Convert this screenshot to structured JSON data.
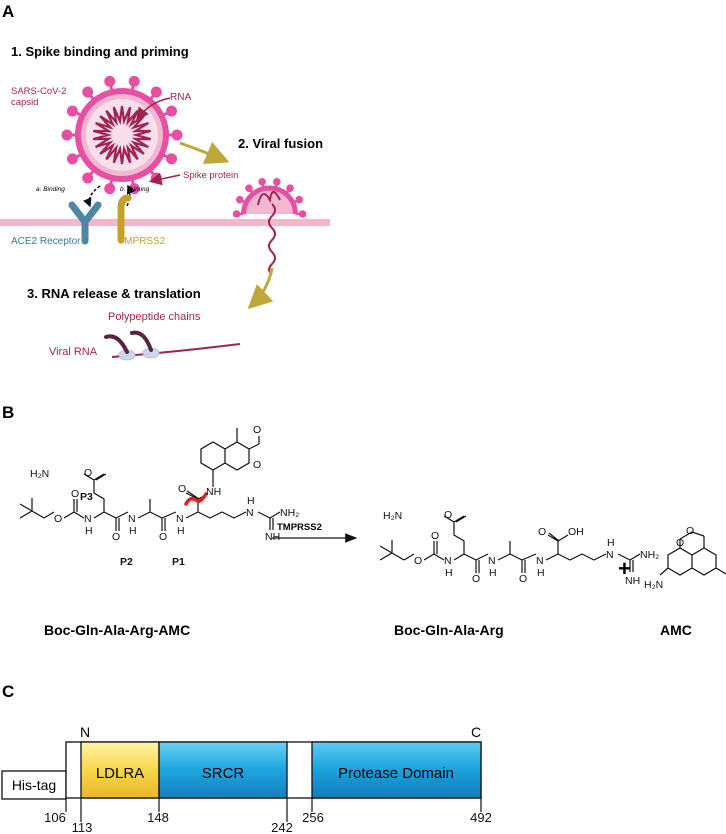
{
  "panel_a": {
    "letter": "A",
    "step1": "1. Spike binding and priming",
    "step2": "2. Viral fusion",
    "step3": "3. RNA release & translation",
    "capsid_label_1": "SARS-CoV-2",
    "capsid_label_2": "capsid",
    "rna_label": "RNA",
    "spike_label": "Spike protein",
    "binding_label": "a. Binding",
    "priming_label": "b. Priming",
    "ace2_label": "ACE2 Receptor",
    "tmprss2_label": "TMPRSS2",
    "polypeptide_label": "Polypeptide chains",
    "viral_rna_label": "Viral RNA"
  },
  "panel_b": {
    "letter": "B",
    "substrate_name": "Boc-Gln-Ala-Arg-AMC",
    "product1_name": "Boc-Gln-Ala-Arg",
    "product2_name": "AMC",
    "enzyme_label": "TMPRSS2",
    "plus": "+",
    "p1": "P1",
    "p2": "P2",
    "p3": "P3",
    "atoms": {
      "h2n": "H₂N",
      "o": "O",
      "n": "N",
      "h": "H",
      "nh": "NH",
      "nh2": "NH₂",
      "oh": "OH"
    }
  },
  "panel_c": {
    "letter": "C",
    "n_term": "N",
    "c_term": "C",
    "domains": [
      {
        "label": "His-tag"
      },
      {
        "label": "LDLRA"
      },
      {
        "label": "SRCR"
      },
      {
        "label": "Protease Domain"
      }
    ],
    "ticks": [
      "106",
      "113",
      "148",
      "242",
      "256",
      "492"
    ]
  },
  "colors": {
    "virus_pink": "#e84fa0",
    "virus_light": "#f2b8d2",
    "dark_red": "#9e2450",
    "membrane": "#f4b7cc",
    "ace2_blue": "#4f86a6",
    "tmprss2_gold": "#c4a12d",
    "arrow_gold": "#bfa83a",
    "cleave_red": "#e0211d",
    "ldlra_yellow": "#f8d64a",
    "srcr_blue": "#1fa5de",
    "protease_blue": "#1aa1dc"
  }
}
